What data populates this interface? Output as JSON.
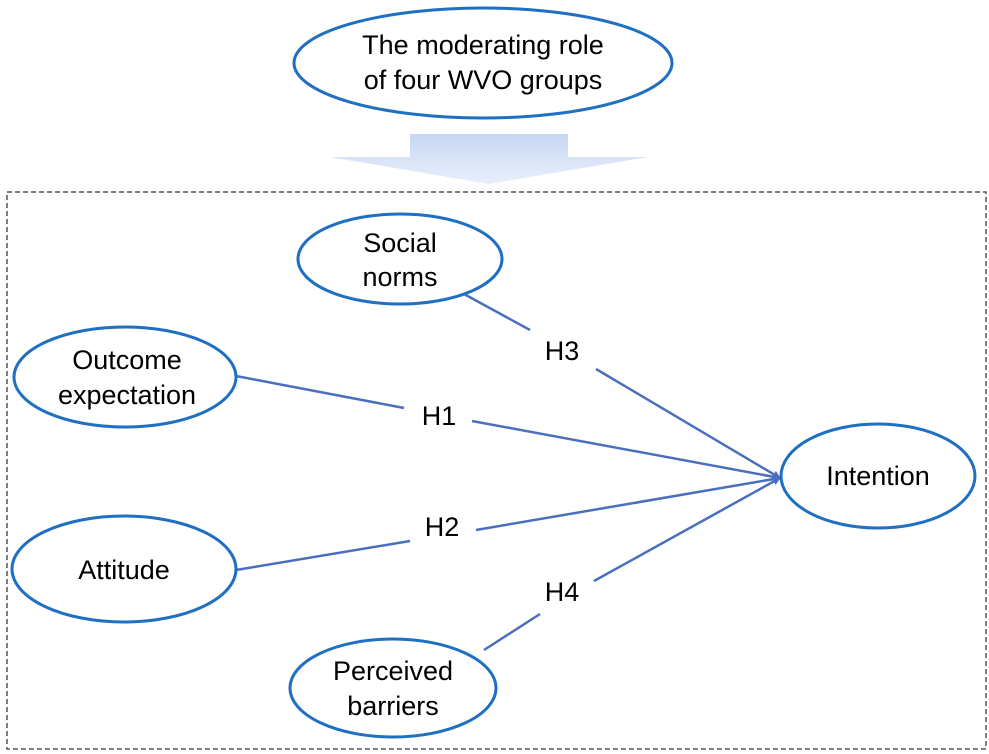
{
  "colors": {
    "node_stroke": "#1f6fc2",
    "edge_stroke": "#4a6fbf",
    "frame_stroke": "#555555",
    "arrow_gradient_top": "#c7d7f3",
    "arrow_gradient_bottom": "#e8effb"
  },
  "moderator": {
    "line1": "The moderating role",
    "line2": "of four WVO groups"
  },
  "nodes": {
    "social_norms": {
      "line1": "Social",
      "line2": "norms"
    },
    "outcome_expectation": {
      "line1": "Outcome",
      "line2": "expectation"
    },
    "attitude": {
      "line1": "Attitude"
    },
    "perceived_barriers": {
      "line1": "Perceived",
      "line2": "barriers"
    },
    "intention": {
      "line1": "Intention"
    }
  },
  "edges": {
    "h1": "H1",
    "h2": "H2",
    "h3": "H3",
    "h4": "H4"
  }
}
